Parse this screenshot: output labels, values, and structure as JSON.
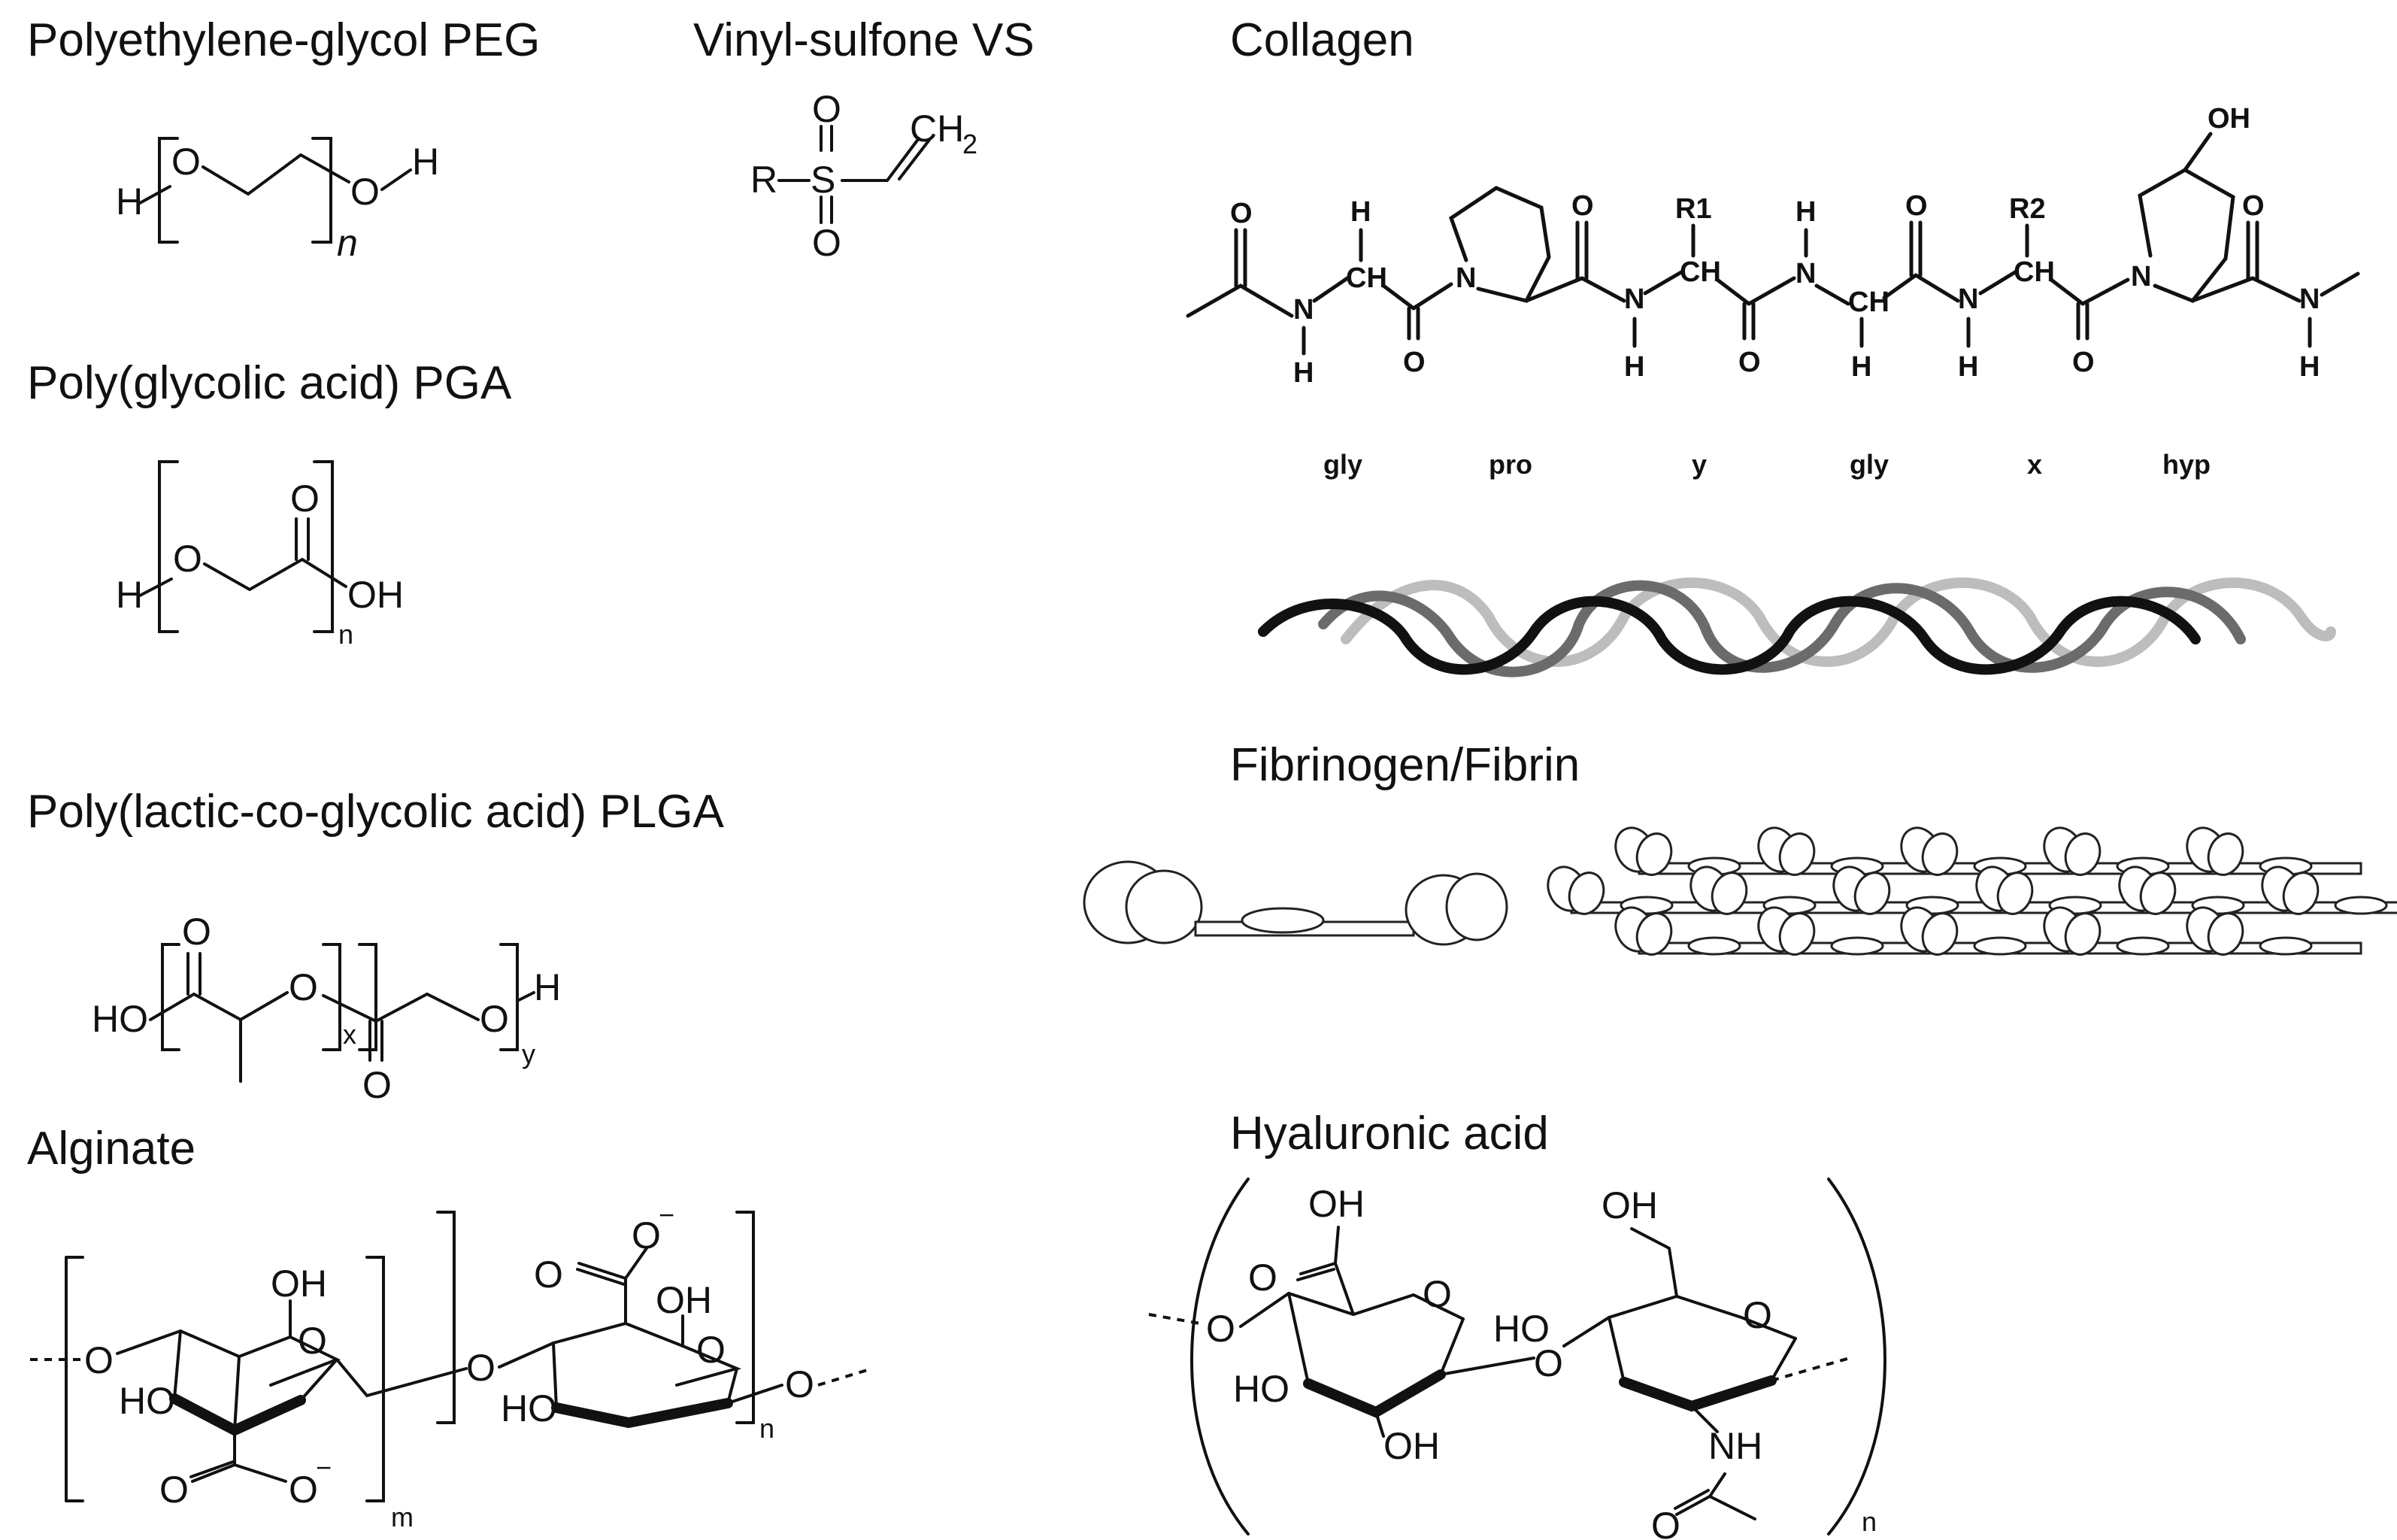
{
  "titles": {
    "peg": "Polyethylene-glycol PEG",
    "vs": "Vinyl-sulfone VS",
    "collagen": "Collagen",
    "pga": "Poly(glycolic acid) PGA",
    "plga": "Poly(lactic-co-glycolic acid) PLGA",
    "fibrin": "Fibrinogen/Fibrin",
    "alginate": "Alginate",
    "hyaluronic": "Hyaluronic acid"
  },
  "atoms": {
    "H": "H",
    "O": "O",
    "OH": "OH",
    "HO": "HO",
    "R": "R",
    "S": "S",
    "CH": "CH",
    "CH2": "CH",
    "N": "N",
    "NH": "NH",
    "R1": "R1",
    "R2": "R2",
    "minus": "−",
    "two": "2"
  },
  "subscripts": {
    "n": "n",
    "m": "m",
    "x": "x",
    "y": "y"
  },
  "collagen_residues": [
    "gly",
    "pro",
    "y",
    "gly",
    "x",
    "hyp"
  ]
}
